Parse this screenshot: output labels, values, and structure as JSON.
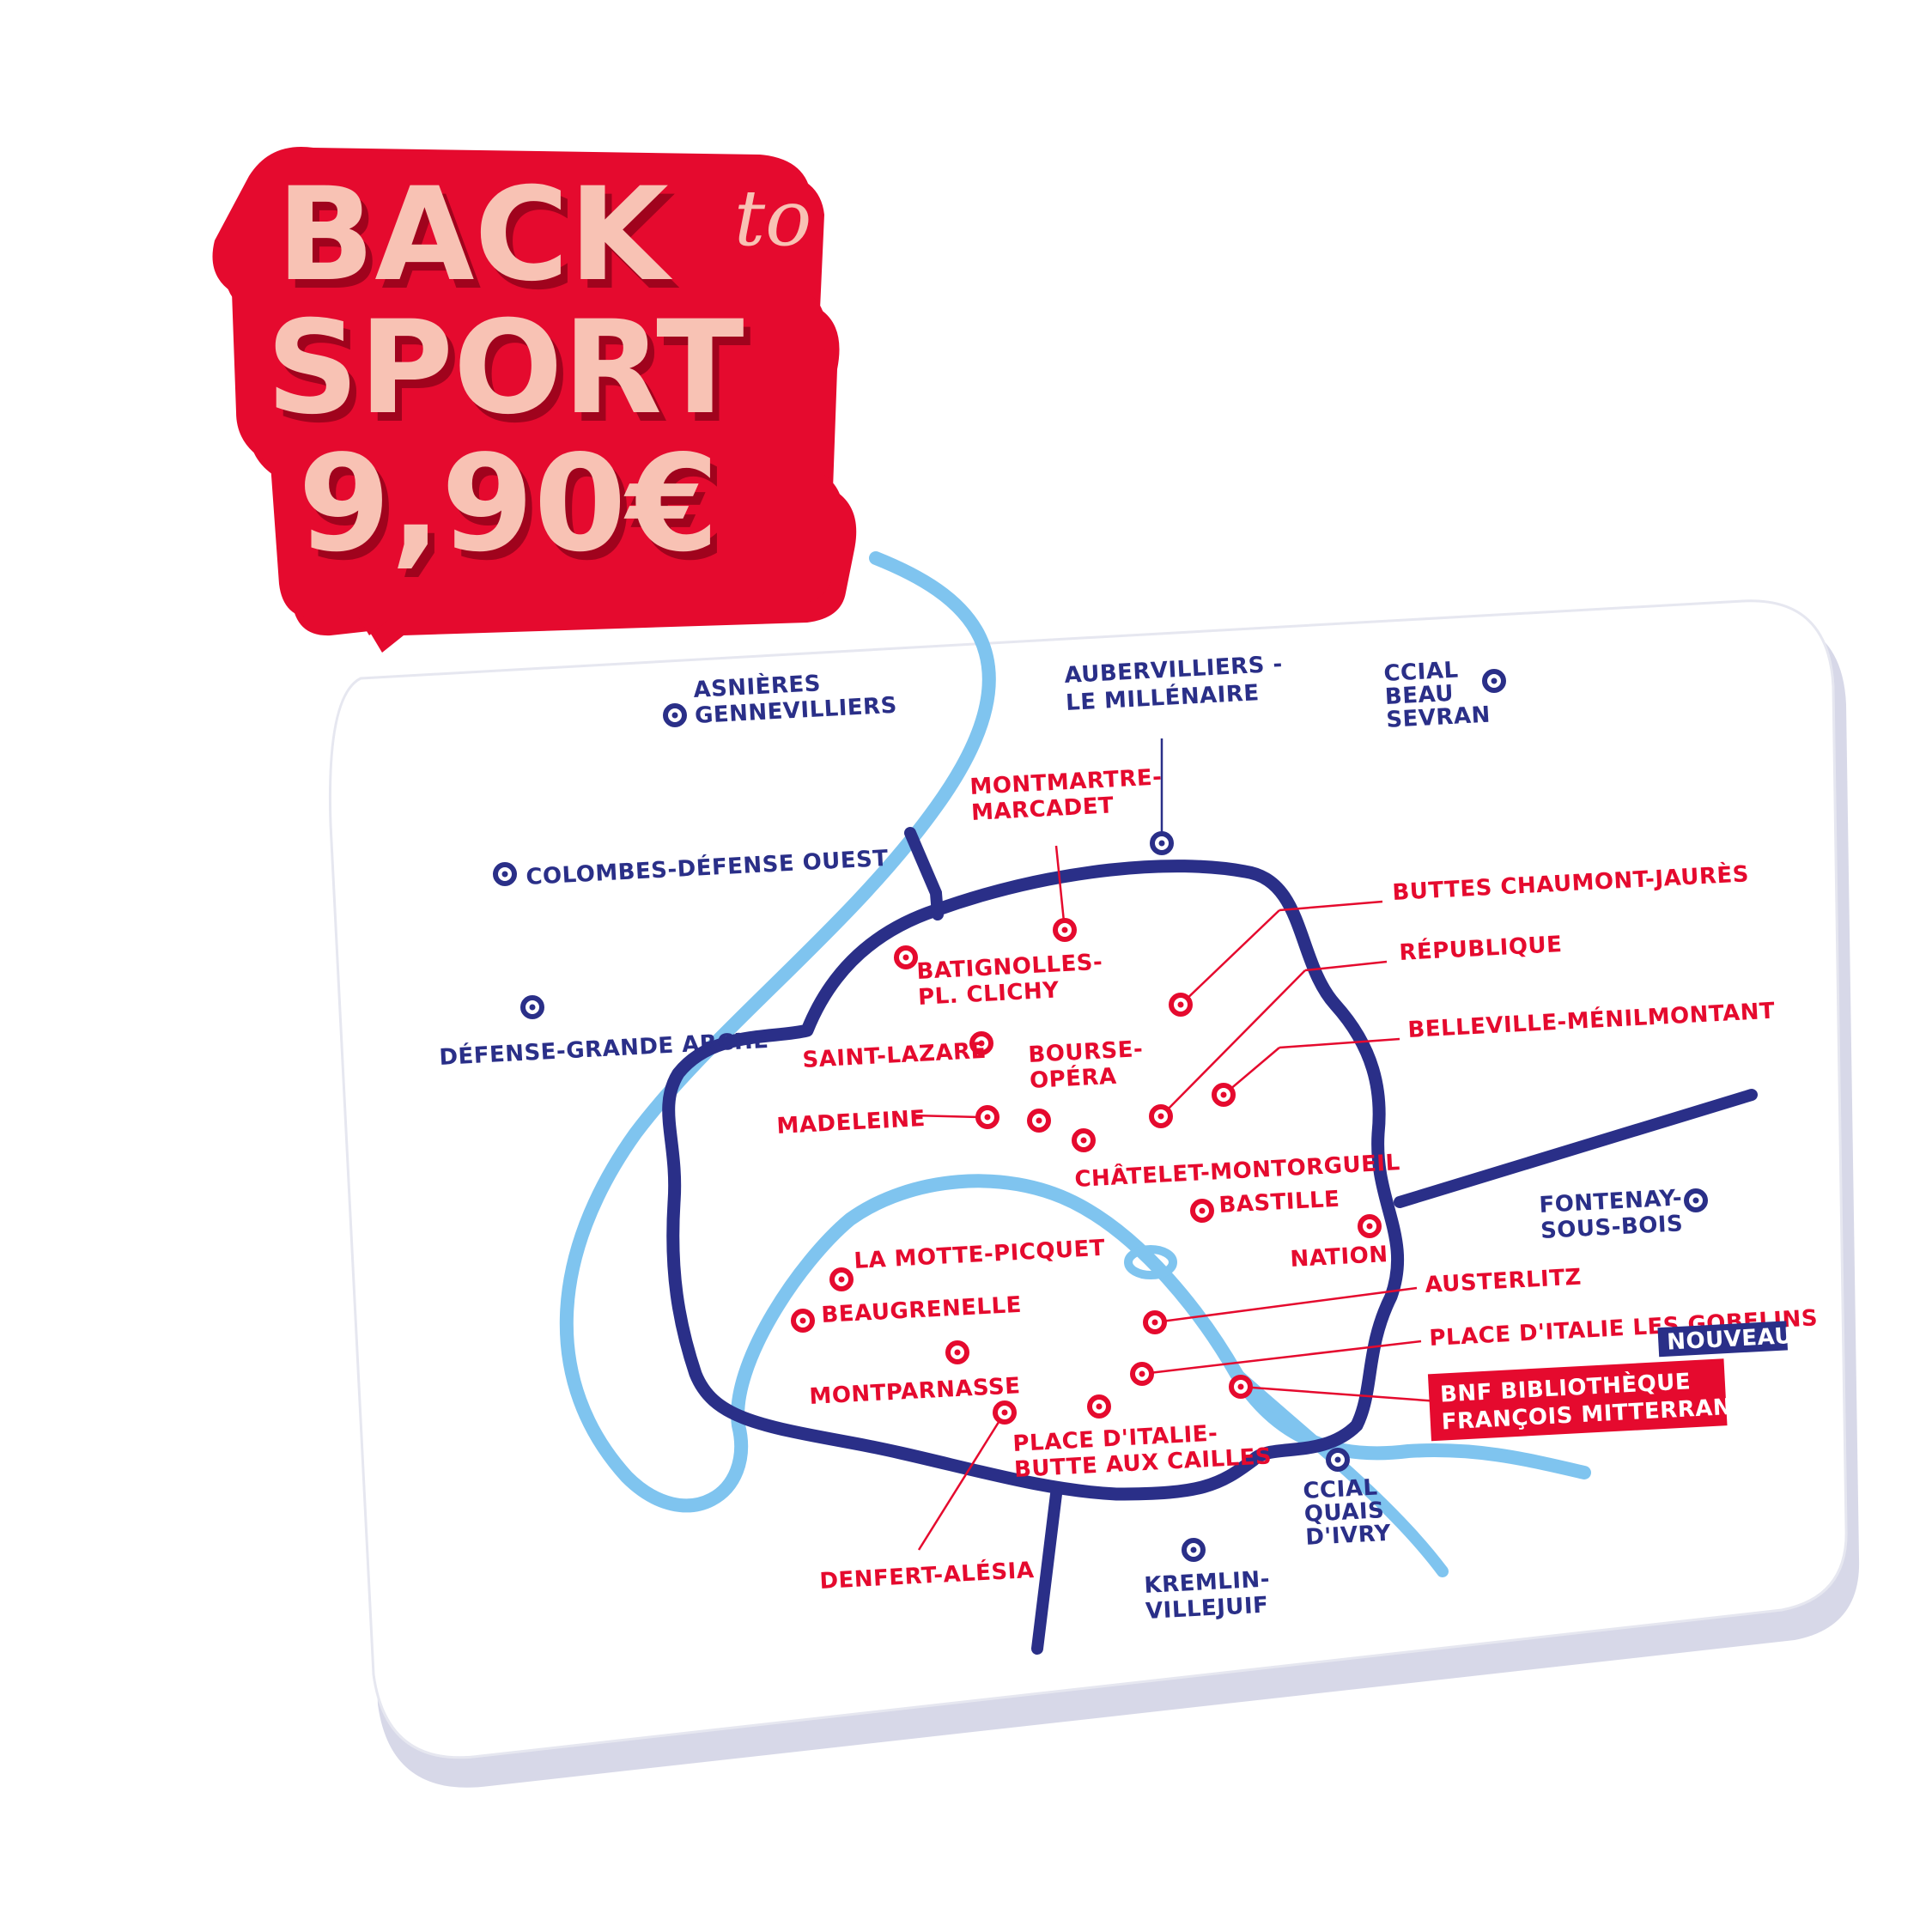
{
  "promo": {
    "line1": "BACK",
    "script": "to",
    "line2": "SPORT",
    "price": "9,90€"
  },
  "colors": {
    "brand_red": "#e50a2e",
    "promo_pink": "#f8c2b4",
    "navy": "#2a2f88",
    "river": "#7fc4ef",
    "card_shadow": "#c9cbe0"
  },
  "icons": {
    "paris_club": "ring-marker-icon",
    "suburb_club": "ring-marker-icon"
  },
  "paris_clubs": [
    {
      "lines": [
        "MONTMARTRE-",
        "MARCADET"
      ]
    },
    {
      "lines": [
        "BUTTES CHAUMONT-JAURÈS"
      ]
    },
    {
      "lines": [
        "BATIGNOLLES-",
        "PL. CLICHY"
      ]
    },
    {
      "lines": [
        "RÉPUBLIQUE"
      ]
    },
    {
      "lines": [
        "BELLEVILLE-MÉNILMONTANT"
      ]
    },
    {
      "lines": [
        "SAINT-LAZARE"
      ]
    },
    {
      "lines": [
        "BOURSE-",
        "OPÉRA"
      ]
    },
    {
      "lines": [
        "MADELEINE"
      ]
    },
    {
      "lines": [
        "CHÂTELET-MONTORGUEIL"
      ]
    },
    {
      "lines": [
        "BASTILLE"
      ]
    },
    {
      "lines": [
        "NATION"
      ]
    },
    {
      "lines": [
        "LA MOTTE-PICQUET"
      ]
    },
    {
      "lines": [
        "BEAUGRENELLE"
      ]
    },
    {
      "lines": [
        "AUSTERLITZ"
      ]
    },
    {
      "lines": [
        "PLACE D'ITALIE LES GOBELINS"
      ]
    },
    {
      "lines": [
        "MONTPARNASSE"
      ]
    },
    {
      "lines": [
        "PLACE D'ITALIE-",
        "BUTTE AUX CAILLES"
      ]
    },
    {
      "lines": [
        "DENFERT-ALÉSIA"
      ]
    }
  ],
  "featured_club": {
    "lines": [
      "BNF BIBLIOTHÈQUE",
      "FRANÇOIS MITTERRAND"
    ],
    "badge": "NOUVEAU !"
  },
  "suburb_clubs": [
    {
      "lines": [
        "ASNIÈRES",
        "GENNEVILLIERS"
      ]
    },
    {
      "lines": [
        "AUBERVILLIERS -",
        "LE MILLÉNAIRE"
      ]
    },
    {
      "lines": [
        "CCIAL",
        "BEAU",
        "SEVRAN"
      ]
    },
    {
      "lines": [
        "COLOMBES-DÉFENSE OUEST"
      ]
    },
    {
      "lines": [
        "DÉFENSE-GRANDE ARCHE"
      ]
    },
    {
      "lines": [
        "FONTENAY-",
        "SOUS-BOIS"
      ]
    },
    {
      "lines": [
        "CCIAL",
        "QUAIS",
        "D'IVRY"
      ]
    },
    {
      "lines": [
        "KREMLIN-",
        "VILLEJUIF"
      ]
    }
  ]
}
